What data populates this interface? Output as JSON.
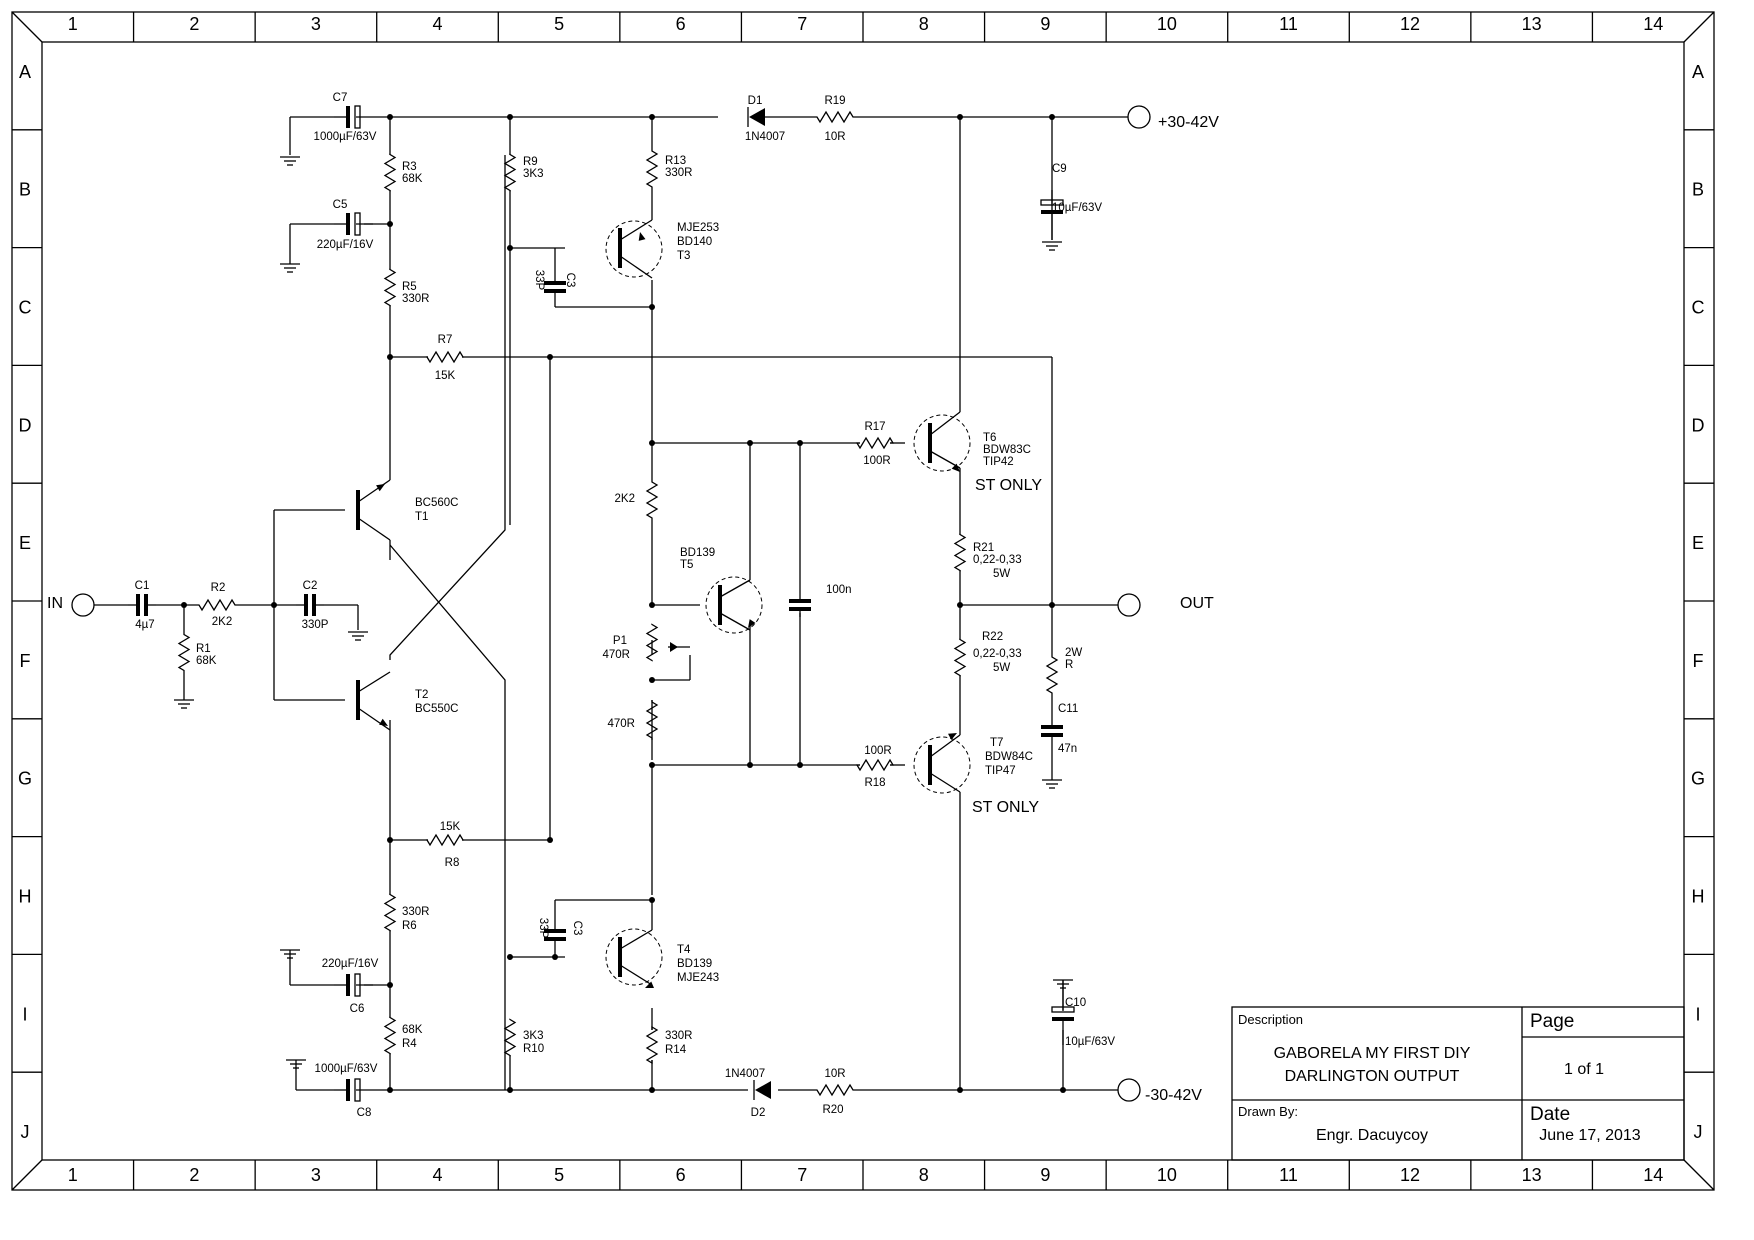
{
  "frame": {
    "columns": [
      "1",
      "2",
      "3",
      "4",
      "5",
      "6",
      "7",
      "8",
      "9",
      "10",
      "11",
      "12",
      "13",
      "14"
    ],
    "rows": [
      "A",
      "B",
      "C",
      "D",
      "E",
      "F",
      "G",
      "H",
      "I",
      "J"
    ]
  },
  "terminals": {
    "in": "IN",
    "out": "OUT",
    "vpos": "+30-42V",
    "vneg": "-30-42V"
  },
  "components": {
    "c7": [
      "C7",
      "1000µF/63V"
    ],
    "r3": [
      "R3",
      "68K"
    ],
    "c5": [
      "C5",
      "220µF/16V"
    ],
    "r5": [
      "R5",
      "330R"
    ],
    "r9": [
      "R9",
      "3K3"
    ],
    "c3top": [
      "C3",
      "33P"
    ],
    "r13": [
      "R13",
      "330R"
    ],
    "t3": [
      "MJE253",
      "BD140",
      "T3"
    ],
    "d1": [
      "D1",
      "1N4007"
    ],
    "r19": [
      "R19",
      "10R"
    ],
    "c9": [
      "C9",
      "10µF/63V"
    ],
    "r7": [
      "R7",
      "15K"
    ],
    "t1": [
      "BC560C",
      "T1"
    ],
    "t2": [
      "T2",
      "BC550C"
    ],
    "c1": [
      "C1",
      "4µ7"
    ],
    "r2": [
      "R2",
      "2K2"
    ],
    "c2": [
      "C2",
      "330P"
    ],
    "r1": [
      "R1",
      "68K"
    ],
    "r2k2": [
      "2K2"
    ],
    "t5": [
      "BD139",
      "T5"
    ],
    "p1": [
      "P1",
      "470R"
    ],
    "r470": [
      "470R"
    ],
    "c100n": [
      "100n"
    ],
    "r17": [
      "R17",
      "100R"
    ],
    "t6": [
      "T6",
      "BDW83C",
      "TIP42",
      "ST ONLY"
    ],
    "r21": [
      "R21",
      "0,22-0,33",
      "5W"
    ],
    "r22": [
      "R22",
      "0,22-0,33",
      "5W"
    ],
    "r2w": [
      "2W",
      "R"
    ],
    "c11": [
      "C11",
      "47n"
    ],
    "r18": [
      "100R",
      "R18"
    ],
    "t7": [
      "T7",
      "BDW84C",
      "TIP47",
      "ST ONLY"
    ],
    "r8": [
      "15K",
      "R8"
    ],
    "r6": [
      "330R",
      "R6"
    ],
    "c6": [
      "220µF/16V",
      "C6"
    ],
    "c3bot": [
      "C3",
      "33P"
    ],
    "t4": [
      "T4",
      "BD139",
      "MJE243"
    ],
    "r4": [
      "68K",
      "R4"
    ],
    "c8": [
      "1000µF/63V",
      "C8"
    ],
    "r10": [
      "3K3",
      "R10"
    ],
    "r14": [
      "330R",
      "R14"
    ],
    "d2": [
      "1N4007",
      "D2"
    ],
    "r20": [
      "10R",
      "R20"
    ],
    "c10": [
      "C10",
      "10µF/63V"
    ]
  },
  "title_block": {
    "description_label": "Description",
    "description_line1": "GABORELA MY FIRST DIY",
    "description_line2": "DARLINGTON OUTPUT",
    "page_label": "Page",
    "page_value": "1 of 1",
    "drawn_by_label": "Drawn By:",
    "drawn_by_value": "Engr. Dacuycoy",
    "date_label": "Date",
    "date_value": "June 17, 2013"
  }
}
